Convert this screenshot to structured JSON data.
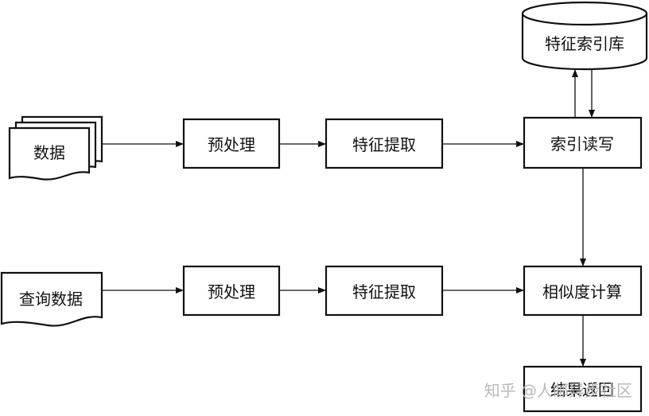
{
  "nodes": {
    "data_docs": "数据",
    "preprocess_top": "预处理",
    "feature_extract_top": "特征提取",
    "index_db": "特征索引库",
    "index_rw": "索引读写",
    "query_data": "查询数据",
    "preprocess_bottom": "预处理",
    "feature_extract_bottom": "特征提取",
    "similarity": "相似度计算",
    "result_return": "结果返回"
  },
  "watermark": "知乎 @人邮异步社区",
  "edges": [
    [
      "data_docs",
      "preprocess_top"
    ],
    [
      "preprocess_top",
      "feature_extract_top"
    ],
    [
      "feature_extract_top",
      "index_rw"
    ],
    [
      "index_rw",
      "index_db"
    ],
    [
      "index_db",
      "index_rw"
    ],
    [
      "index_rw",
      "similarity"
    ],
    [
      "query_data",
      "preprocess_bottom"
    ],
    [
      "preprocess_bottom",
      "feature_extract_bottom"
    ],
    [
      "feature_extract_bottom",
      "similarity"
    ],
    [
      "similarity",
      "result_return"
    ]
  ]
}
